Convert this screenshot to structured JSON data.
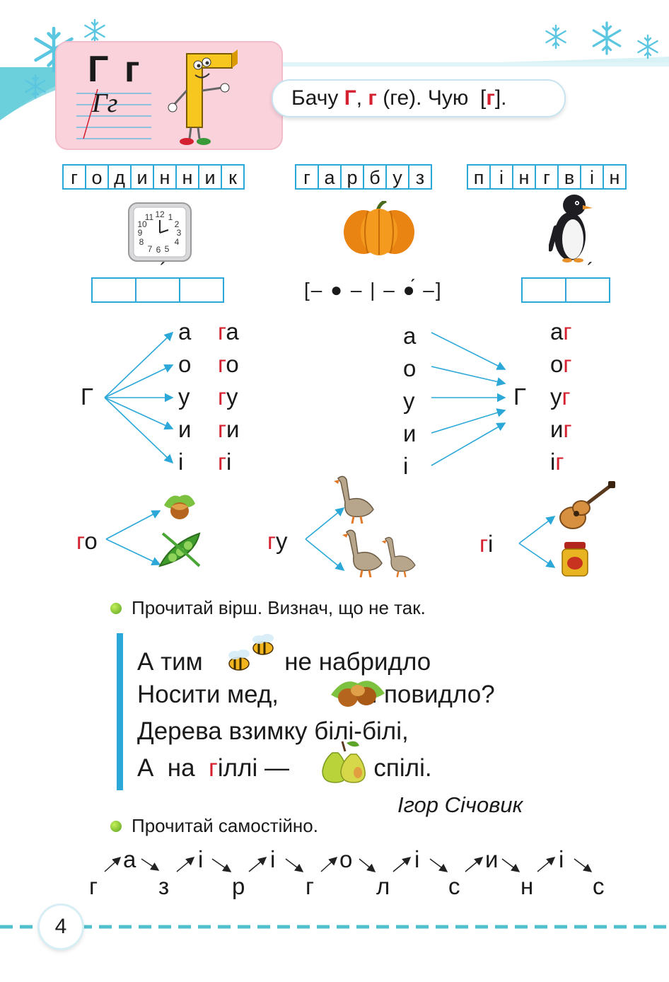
{
  "header": {
    "big_letters": "Г г",
    "handwritten": "Гг",
    "bubble": {
      "p1": "Бачу ",
      "L1": "Г",
      "p2": ", ",
      "L2": "г",
      "p3": " (ге). Чую  [",
      "L3": "г",
      "p4": "]."
    }
  },
  "words": [
    {
      "id": "godynnyk",
      "letters": [
        "г",
        "о",
        "д",
        "и",
        "н",
        "н",
        "и",
        "к"
      ]
    },
    {
      "id": "harbuz",
      "letters": [
        "г",
        "а",
        "р",
        "б",
        "у",
        "з"
      ]
    },
    {
      "id": "pinhvin",
      "letters": [
        "п",
        "і",
        "н",
        "г",
        "в",
        "і",
        "н"
      ]
    }
  ],
  "clock_digits": [
    "12",
    "1",
    "2",
    "3",
    "4",
    "5",
    "6",
    "7",
    "8",
    "9",
    "10",
    "11"
  ],
  "stress_mark": "´",
  "sound_scheme": "[– ● – | – ●́ –]",
  "left_block": {
    "consonant": "Г",
    "vowels": [
      "а",
      "о",
      "у",
      "и",
      "і"
    ],
    "syllables": [
      {
        "c": "г",
        "v": "а"
      },
      {
        "c": "г",
        "v": "о"
      },
      {
        "c": "г",
        "v": "у"
      },
      {
        "c": "г",
        "v": "и"
      },
      {
        "c": "г",
        "v": "і"
      }
    ]
  },
  "right_block": {
    "vowels": [
      "а",
      "о",
      "у",
      "и",
      "і"
    ],
    "consonant": "Г",
    "syllables": [
      {
        "v": "а",
        "c": "г"
      },
      {
        "v": "о",
        "c": "г"
      },
      {
        "v": "у",
        "c": "г"
      },
      {
        "v": "и",
        "c": "г"
      },
      {
        "v": "і",
        "c": "г"
      }
    ]
  },
  "branches": [
    {
      "c": "г",
      "v": "о"
    },
    {
      "c": "г",
      "v": "у"
    },
    {
      "c": "г",
      "v": "і"
    }
  ],
  "task1": "Прочитай вірш. Визнач, що не так.",
  "poem": {
    "l1a": "А тим",
    "l1b": "не  набридло",
    "l2a": "Носити  мед,",
    "l2b": "і повидло?",
    "l3": "Дерева  взимку  білі-білі,",
    "l4a": "А  на  ",
    "l4r": "г",
    "l4b": "іллі —",
    "l4c": "спілі."
  },
  "author": "Ігор Січовик",
  "task2": "Прочитай самостійно.",
  "chain": {
    "bottom": [
      "г",
      "з",
      "р",
      "г",
      "л",
      "с",
      "н",
      "с"
    ],
    "top": [
      "а",
      "і",
      "і",
      "о",
      "і",
      "и",
      "і"
    ]
  },
  "page_number": "4",
  "colors": {
    "accent": "#2ba8d8",
    "letter_red": "#d4202f",
    "card_pink": "#f9d2dc",
    "dash": "#4fc1cc"
  }
}
